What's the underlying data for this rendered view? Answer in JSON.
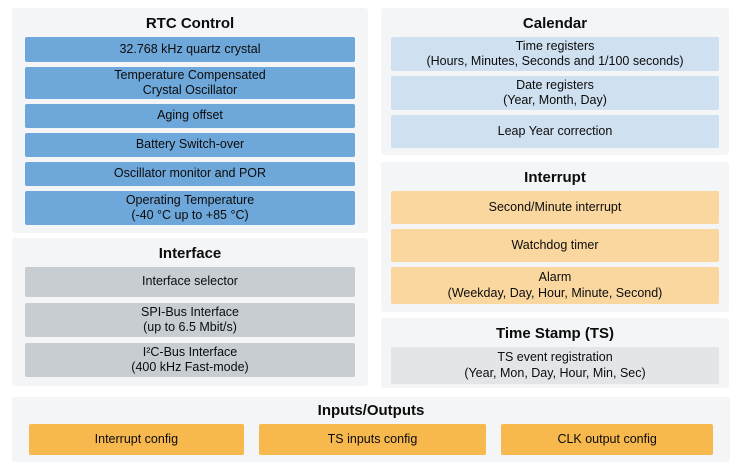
{
  "diagram": {
    "description": "RTC feature block diagram",
    "colors": {
      "blue_block": "#6ea7da",
      "light_blue_block": "#cfe0f1",
      "light_orange_block": "#fbd7a0",
      "orange_block": "#f7b84e",
      "gray_block": "#c8cdd2",
      "light_gray_block": "#e3e6e9",
      "panel_background": "#f3f5f7",
      "page_background": "#ffffff",
      "text": "#0c0c0c"
    }
  },
  "sections": {
    "rtc_control": {
      "title": "RTC Control",
      "blocks": [
        {
          "label": "32.768 kHz quartz crystal"
        },
        {
          "label": "Temperature Compensated\nCrystal Oscillator"
        },
        {
          "label": "Aging offset"
        },
        {
          "label": "Battery Switch-over"
        },
        {
          "label": "Oscillator monitor and POR"
        },
        {
          "label": "Operating Temperature\n(-40 °C up to +85 °C)"
        }
      ]
    },
    "interface": {
      "title": "Interface",
      "blocks": [
        {
          "label": "Interface selector"
        },
        {
          "label": "SPI-Bus Interface\n(up to 6.5 Mbit/s)"
        },
        {
          "label": "I²C-Bus Interface\n(400 kHz Fast-mode)"
        }
      ]
    },
    "calendar": {
      "title": "Calendar",
      "blocks": [
        {
          "label": "Time registers\n(Hours, Minutes, Seconds and 1/100 seconds)"
        },
        {
          "label": "Date registers\n(Year, Month, Day)"
        },
        {
          "label": "Leap Year correction"
        }
      ]
    },
    "interrupt": {
      "title": "Interrupt",
      "blocks": [
        {
          "label": "Second/Minute interrupt"
        },
        {
          "label": "Watchdog timer"
        },
        {
          "label": "Alarm\n(Weekday, Day, Hour, Minute, Second)"
        }
      ]
    },
    "time_stamp": {
      "title": "Time Stamp (TS)",
      "blocks": [
        {
          "label": "TS event registration\n(Year, Mon, Day, Hour, Min, Sec)"
        }
      ]
    },
    "inputs_outputs": {
      "title": "Inputs/Outputs",
      "blocks": [
        {
          "label": "Interrupt config"
        },
        {
          "label": "TS inputs config"
        },
        {
          "label": "CLK output config"
        }
      ]
    }
  }
}
